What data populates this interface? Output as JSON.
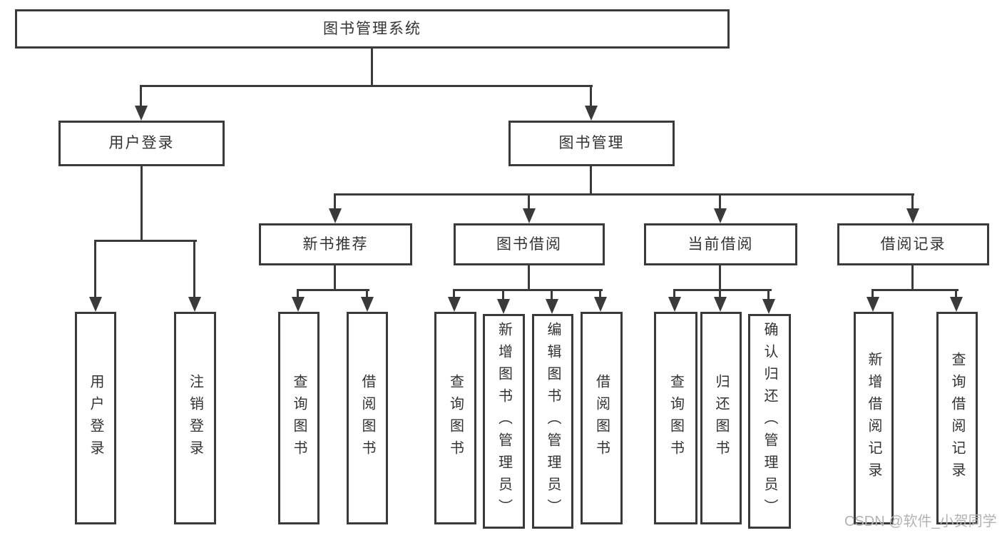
{
  "tree": {
    "root": "图书管理系统",
    "user_branch": {
      "label": "用户登录",
      "children": [
        "用户登录",
        "注销登录"
      ]
    },
    "book_branch": {
      "label": "图书管理",
      "groups": [
        {
          "label": "新书推荐",
          "children": [
            "查询图书",
            "借阅图书"
          ]
        },
        {
          "label": "图书借阅",
          "children": [
            "查询图书",
            "新增图书（管理员）",
            "编辑图书（管理员）",
            "借阅图书"
          ]
        },
        {
          "label": "当前借阅",
          "children": [
            "查询图书",
            "归还图书",
            "确认归还（管理员）"
          ]
        },
        {
          "label": "借阅记录",
          "children": [
            "新增借阅记录",
            "查询借阅记录"
          ]
        }
      ]
    }
  },
  "watermark": "CSDN @软件_小贺同学",
  "colors": {
    "line": "#3a3a3a",
    "text": "#333333",
    "background": "#ffffff",
    "watermark": "#b3b3b3"
  }
}
